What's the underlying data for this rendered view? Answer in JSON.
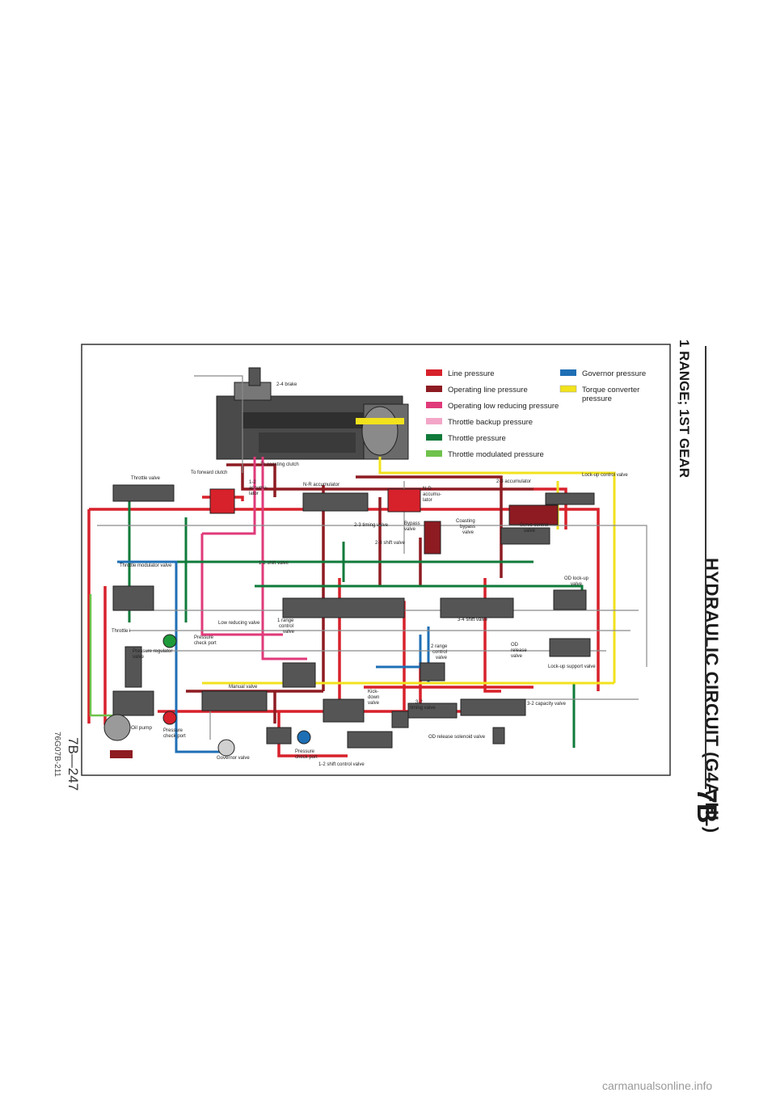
{
  "header": {
    "title": "HYDRAULIC CIRCUIT (G4A-HL)",
    "section": "7B",
    "subtitle": "1 RANGE; 1ST GEAR"
  },
  "footer": {
    "page_number": "7B—247",
    "figure_code": "76G07B-211"
  },
  "watermark": "carmanualsonline.info",
  "legend": {
    "items": [
      {
        "label": "Line pressure",
        "color": "#d7212b"
      },
      {
        "label": "Operating line pressure",
        "color": "#8e1b22"
      },
      {
        "label": "Operating low reducing pressure",
        "color": "#e03a7a"
      },
      {
        "label": "Throttle backup pressure",
        "color": "#f3a6c8"
      },
      {
        "label": "Throttle pressure",
        "color": "#0f7a3a"
      },
      {
        "label": "Throttle modulated pressure",
        "color": "#6fc24c"
      },
      {
        "label": "Governor pressure",
        "color": "#1f6fb5"
      },
      {
        "label": "Torque converter",
        "color": "#f2e21c"
      }
    ],
    "torque_converter_line2": "pressure"
  },
  "labels": {
    "brake_24": "2-4 brake",
    "to_forward_clutch": "To forward clutch",
    "to_coasting_clutch": "To coasting clutch",
    "throttle_valve": "Throttle valve",
    "accum_12_a": "1-2",
    "accum_12_b": "accumu-",
    "accum_12_c": "lator",
    "nr_accumulator": "N-R accumulator",
    "nd_a": "N-D",
    "nd_b": "accumu-",
    "nd_c": "lator",
    "accum_23": "2-3 accumulator",
    "lockup_control": "Lock-up control valve",
    "timing_23": "2-3 timing valve",
    "bypass_a": "Bypass",
    "bypass_b": "valve",
    "coasting_a": "Coasting",
    "coasting_b": "bypass",
    "coasting_c": "valve",
    "servo_a": "Servo control",
    "servo_b": "valve",
    "shift_23": "2-3 shift valve",
    "shift_12": "1-2 shift valve",
    "throttle_modulator": "Throttle modulator valve",
    "od_lockup_a": "OD lock-up",
    "od_lockup_b": "valve",
    "throttle_i": "Throttle i",
    "low_reducing": "Low reducing valve",
    "range1_a": "1 range",
    "range1_b": "control",
    "range1_c": "valve",
    "shift_34": "3-4 shift valve",
    "pressure_check_a": "Pressure",
    "pressure_check_b": "check port",
    "pressure_regulator_a": "Pressure regulator",
    "pressure_regulator_b": "valve",
    "range2_a": "2 range",
    "range2_b": "control",
    "range2_c": "valve",
    "od_release_a": "OD",
    "od_release_b": "release",
    "od_release_c": "valve",
    "lockup_support": "Lock-up support valve",
    "manual_valve": "Manual valve",
    "kickdown_a": "Kick-",
    "kickdown_b": "down",
    "kickdown_c": "valve",
    "timing_32_a": "3-2",
    "timing_32_b": "timing valve",
    "capacity_32": "3-2 capacity valve",
    "oil_pump": "Oil pump",
    "pressure_check2_a": "Pressure",
    "pressure_check2_b": "check port",
    "pressure_check3_a": "Pressure",
    "pressure_check3_b": "check port",
    "od_solenoid": "OD release solenoid valve",
    "governor_valve": "Governor valve",
    "shift_control_12": "1-2 shift control valve"
  }
}
